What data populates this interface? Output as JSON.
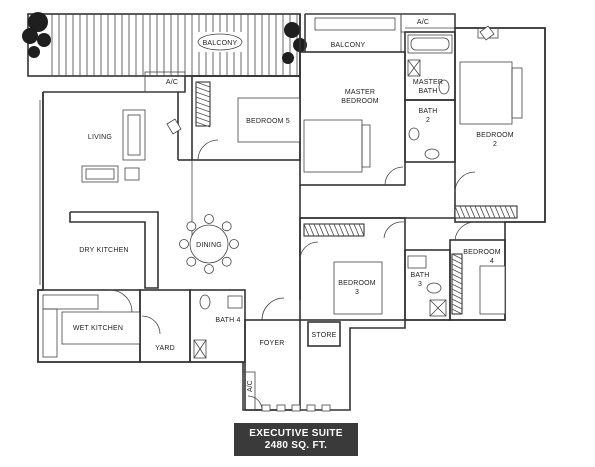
{
  "plan": {
    "rooms": {
      "balcony_left": "BALCONY",
      "balcony_right": "BALCONY",
      "ac_top_left": "A/C",
      "ac_top_right": "A/C",
      "ac_bottom": "A/C",
      "living": "LIVING",
      "bedroom5": "BEDROOM 5",
      "master_bedroom_line1": "MASTER",
      "master_bedroom_line2": "BEDROOM",
      "master_bath_line1": "MASTER",
      "master_bath_line2": "BATH",
      "bath2_line1": "BATH",
      "bath2_line2": "2",
      "bedroom2_line1": "BEDROOM",
      "bedroom2_line2": "2",
      "dry_kitchen": "DRY KITCHEN",
      "dining": "DINING",
      "bedroom3_line1": "BEDROOM",
      "bedroom3_line2": "3",
      "bath3_line1": "BATH",
      "bath3_line2": "3",
      "bedroom4_line1": "BEDROOM",
      "bedroom4_line2": "4",
      "wet_kitchen": "WET KITCHEN",
      "yard": "YARD",
      "bath4": "BATH 4",
      "foyer": "FOYER",
      "store": "STORE"
    },
    "caption": {
      "title": "EXECUTIVE SUITE",
      "area": "2480 SQ. FT."
    }
  }
}
